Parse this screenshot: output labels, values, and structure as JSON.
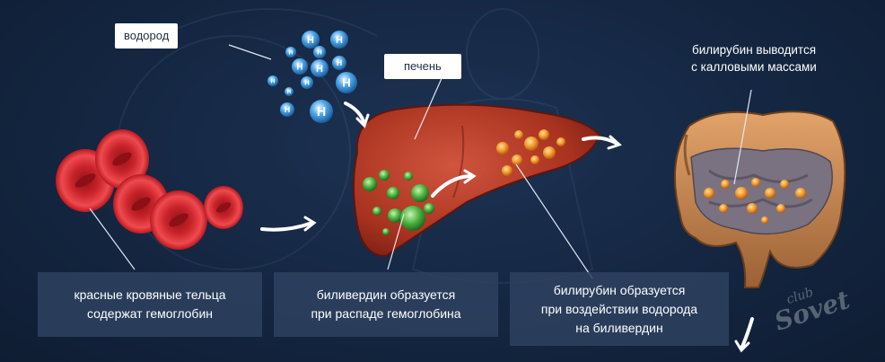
{
  "labels": {
    "hydrogen": "водород",
    "liver": "печень"
  },
  "molecule_symbol": "H",
  "top_note": [
    "билирубин выводится",
    "с калловыми массами"
  ],
  "captions": [
    [
      "красные кровяные тельца",
      "содержат гемоглобин"
    ],
    [
      "биливердин образуется",
      "при распаде гемоглобина"
    ],
    [
      "билирубин образуется",
      "при воздействии водорода",
      "на биливердин"
    ]
  ],
  "watermark": {
    "line1": "club",
    "line2": "Sovet"
  },
  "colors": {
    "background": "#142641",
    "caption_bg": "#2e4260",
    "blood_cell": "#d8262d",
    "liver": "#b53a2a",
    "biliverdin": "#3aa33a",
    "bilirubin": "#f0902a",
    "hydrogen": "#3a8fd8",
    "intestine": "#c88a55"
  },
  "icons": [
    "red-blood-cell-icon",
    "hydrogen-molecule-icon",
    "liver-icon",
    "intestine-icon",
    "arrow-icon"
  ]
}
